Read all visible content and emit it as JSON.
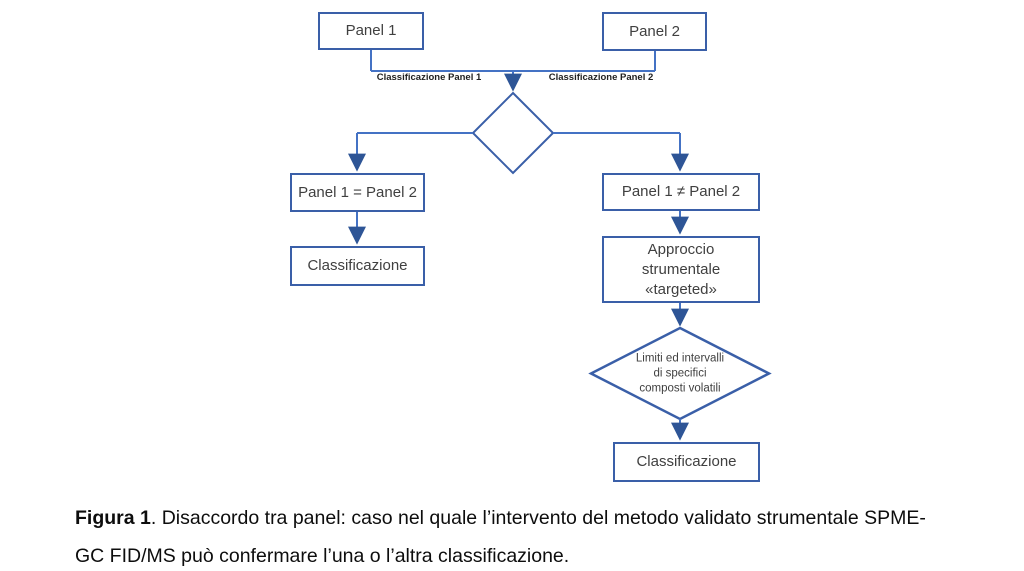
{
  "figure": {
    "colors": {
      "box_border": "#3A5FA8",
      "connector": "#4472C4",
      "arrowhead": "#2E5596",
      "box_text": "#404040"
    },
    "nodes": {
      "panel1": "Panel 1",
      "panel2": "Panel 2",
      "panel_equal": "Panel 1 = Panel 2",
      "panel_not_equal": "Panel 1 ≠ Panel 2",
      "classification_left": "Classificazione",
      "approach": "Approccio\nstrumentale\n«targeted»",
      "limits_decision": "Limiti ed intervalli\ndi specifici\ncomposti volatili",
      "classification_right": "Classificazione"
    },
    "edge_labels": {
      "left": "Classificazione Panel 1",
      "right": "Classificazione Panel 2"
    }
  },
  "caption": {
    "label": "Figura 1",
    "line1_rest": ". Disaccordo tra panel: caso nel quale l’intervento del metodo validato strumentale SPME-",
    "line2": "GC FID/MS può confermare l’una o l’altra classificazione."
  }
}
